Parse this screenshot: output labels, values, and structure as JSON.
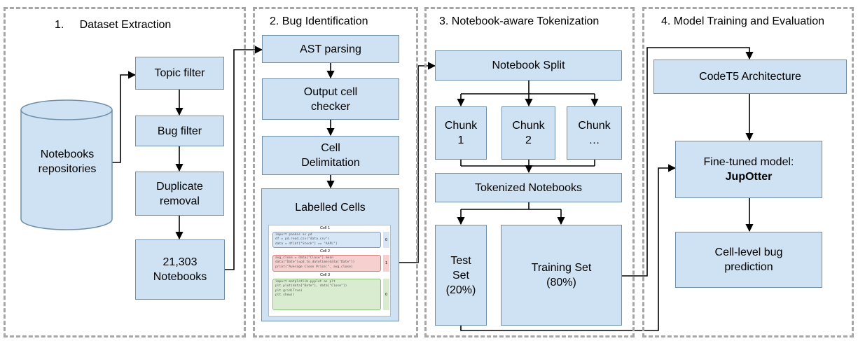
{
  "panels": {
    "p1": "1.     Dataset Extraction",
    "p2": "2. Bug Identification",
    "p3": "3. Notebook-aware Tokenization",
    "p4": "4. Model Training and Evaluation"
  },
  "extraction": {
    "cylinder": "Notebooks\nrepositories",
    "topic": "Topic filter",
    "bug": "Bug filter",
    "duplicate": "Duplicate\nremoval",
    "notebooks": "21,303\nNotebooks"
  },
  "identification": {
    "ast": "AST parsing",
    "output": "Output cell\nchecker",
    "cell": "Cell\nDelimitation",
    "labelled": "Labelled Cells",
    "cells": [
      {
        "header": "Cell 1",
        "code": "import pandas as pd\ndf = pd.read_csv(\"data.csv\")\ndata = df[df[\"Stock\"] == \"AAPL\"]",
        "label": "0"
      },
      {
        "header": "Cell 2",
        "code": "avg_close = data[\"Close\"].mean\ndata[\"Date\"]=pd.to_datetime(data[\"Date\"])\nprint(\"Average Close Price:\", avg_close)",
        "label": "1"
      },
      {
        "header": "Cell 3",
        "code": "import matplotlib.pyplot as plt\nplt.plot(data[\"Date\"], data[\"Close\"])\nplt.grid(True)\nplt.show()",
        "label": "0"
      }
    ]
  },
  "tokenization": {
    "split": "Notebook Split",
    "chunk1": "Chunk\n1",
    "chunk2": "Chunk\n2",
    "chunk3": "Chunk\n…",
    "tokenized": "Tokenized Notebooks",
    "test": "Test\nSet\n(20%)",
    "training": "Training Set\n(80%)"
  },
  "training": {
    "codet5": "CodeT5 Architecture",
    "finetuned": "Fine-tuned model:",
    "model_name": "JupOtter",
    "prediction": "Cell-level bug\nprediction"
  },
  "colors": {
    "box_fill": "#cfe2f3",
    "box_border": "#6f8fa8",
    "dashed": "#a6a6a6",
    "buggy": "#f6cfcf",
    "clean_blue": "#d6e6f7",
    "clean_green": "#d9ecd0"
  }
}
